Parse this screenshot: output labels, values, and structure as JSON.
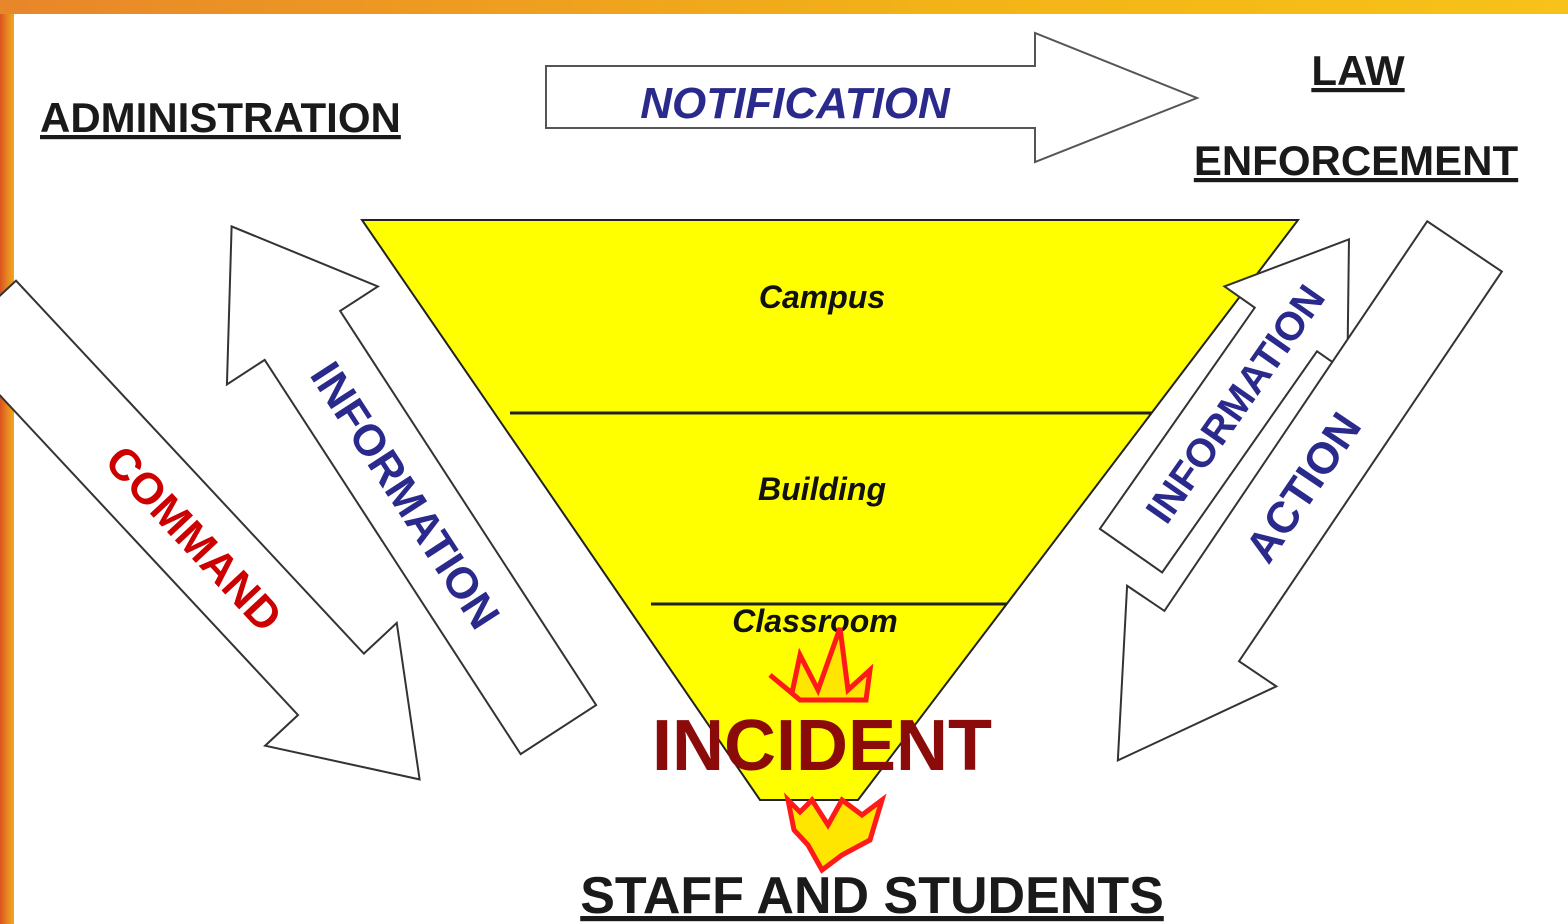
{
  "top": {
    "left_label": "ADMINISTRATION",
    "arrow_label": "NOTIFICATION",
    "right_label_line1": "LAW",
    "right_label_line2": "ENFORCEMENT"
  },
  "funnel": {
    "levels": [
      "Campus",
      "Building",
      "Classroom"
    ],
    "fill_color": "#ffff00"
  },
  "left_arrows": {
    "command": "COMMAND",
    "information": "INFORMATION"
  },
  "right_arrows": {
    "information": "INFORMATION",
    "action": "ACTION"
  },
  "center": {
    "incident": "INCIDENT",
    "bottom_label": "STAFF AND STUDENTS"
  },
  "colors": {
    "blue_text": "#2a2a8c",
    "red_text": "#cc0000",
    "incident_text": "#8b0a0a",
    "burst_red": "#ff1a1a",
    "burst_yellow": "#ffe600",
    "border_orange": "#e88a22"
  }
}
